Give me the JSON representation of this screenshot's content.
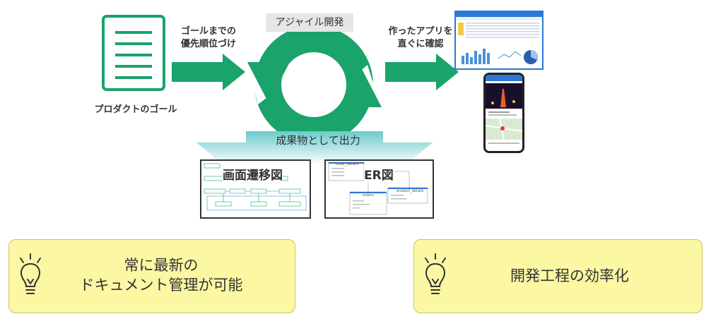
{
  "doc_icon_label": "プロダクトのゴール",
  "arrow1_label_line1": "ゴールまでの",
  "arrow1_label_line2": "優先順位づけ",
  "cycle_label": "アジャイル開発",
  "arrow2_label_line1": "作ったアプリを",
  "arrow2_label_line2": "直ぐに確認",
  "output_label": "成果物として出力",
  "screen_transition_title": "画面遷移図",
  "er_title": "ER図",
  "er_tables": {
    "order_details": "order_details",
    "orders": "orders",
    "product_details": "product_details"
  },
  "callout_left_line1": "常に最新の",
  "callout_left_line2": "ドキュメント管理が可能",
  "callout_right": "開発工程の効率化",
  "colors": {
    "green": "#1aa36a",
    "teal": "#7fd0d0",
    "callout_bg": "#fbf7a3",
    "app_blue": "#2b78d6"
  }
}
